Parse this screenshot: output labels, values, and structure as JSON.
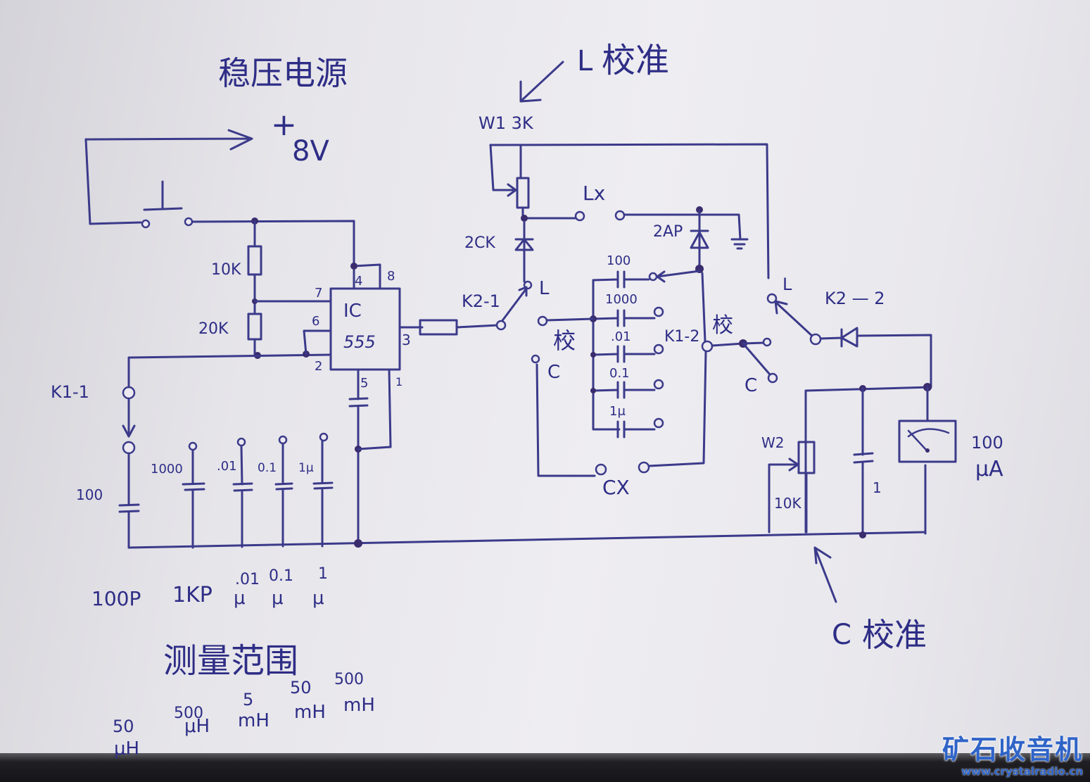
{
  "title": "稳压电源",
  "supply": {
    "plus": "+",
    "voltage": "8V"
  },
  "l_calibration": {
    "letter": "L",
    "text": "校准"
  },
  "c_calibration": {
    "letter": "C",
    "text": "校准"
  },
  "range_title": "测量范围",
  "components": {
    "r1": "10K",
    "r2": "20K",
    "ic_name": "IC",
    "ic_part": "555",
    "pins": {
      "p7": "7",
      "p6a": "6",
      "p2": "2",
      "p4": "4",
      "p8": "8",
      "p3": "3",
      "p5": "5",
      "p1": "1"
    },
    "w1": "W1 3K",
    "diode1": "2CK",
    "diode2": "2AP",
    "lx": "Lx",
    "cx": "CX",
    "k2_1": "K2-1",
    "k2_1_L": "L",
    "k2_2": "K2 — 2",
    "k2_2_L": "L",
    "k1_1": "K1-1",
    "k1_2": "K1-2",
    "cal_left": "校",
    "c_left": "C",
    "cal_right": "校",
    "c_right": "C",
    "w2": "W2",
    "w2_value": "10K",
    "c_filter": "1",
    "meter_value": "100",
    "meter_unit": "μA"
  },
  "left_caps": [
    {
      "label": "100",
      "bottom_top": "",
      "bottom": "100P"
    },
    {
      "label": "1000",
      "bottom_top": "",
      "bottom": "1KP"
    },
    {
      "label": ".01",
      "bottom_top": ".01",
      "bottom": "μ"
    },
    {
      "label": "0.1",
      "bottom_top": "0.1",
      "bottom": "μ"
    },
    {
      "label": "1μ",
      "bottom_top": "1",
      "bottom": "μ"
    }
  ],
  "ref_caps": [
    {
      "label": "100"
    },
    {
      "label": "1000"
    },
    {
      "label": ".01"
    },
    {
      "label": "0.1"
    },
    {
      "label": "1μ"
    }
  ],
  "ranges": [
    {
      "value": "50",
      "unit": "μH"
    },
    {
      "value": "500",
      "unit": "μH"
    },
    {
      "value": "5",
      "unit": "mH"
    },
    {
      "value": "50",
      "unit": "mH"
    },
    {
      "value": "500",
      "unit": "mH"
    }
  ],
  "watermark": {
    "title": "矿石收音机",
    "url": "www.crystalradio.cn"
  }
}
